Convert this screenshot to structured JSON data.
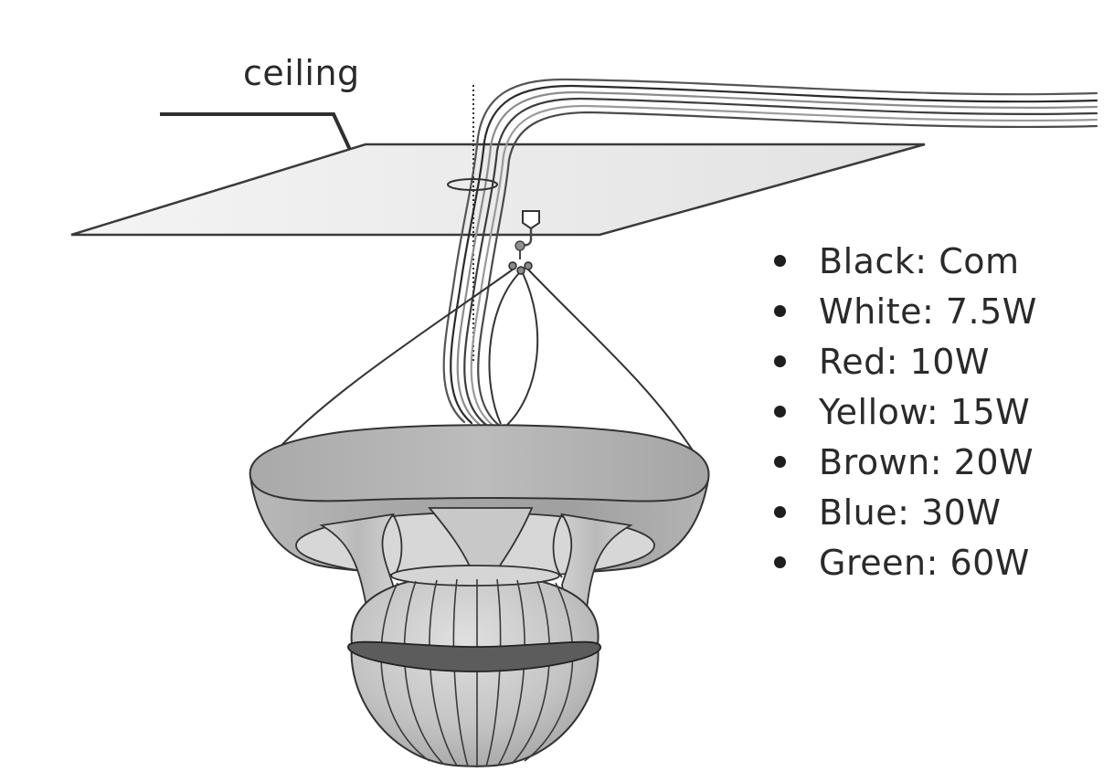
{
  "labels": {
    "ceiling": "ceiling"
  },
  "legend": [
    {
      "text": "Black: Com"
    },
    {
      "text": "White: 7.5W"
    },
    {
      "text": "Red: 10W"
    },
    {
      "text": "Yellow: 15W"
    },
    {
      "text": "Brown: 20W"
    },
    {
      "text": "Blue: 30W"
    },
    {
      "text": "Green: 60W"
    }
  ]
}
